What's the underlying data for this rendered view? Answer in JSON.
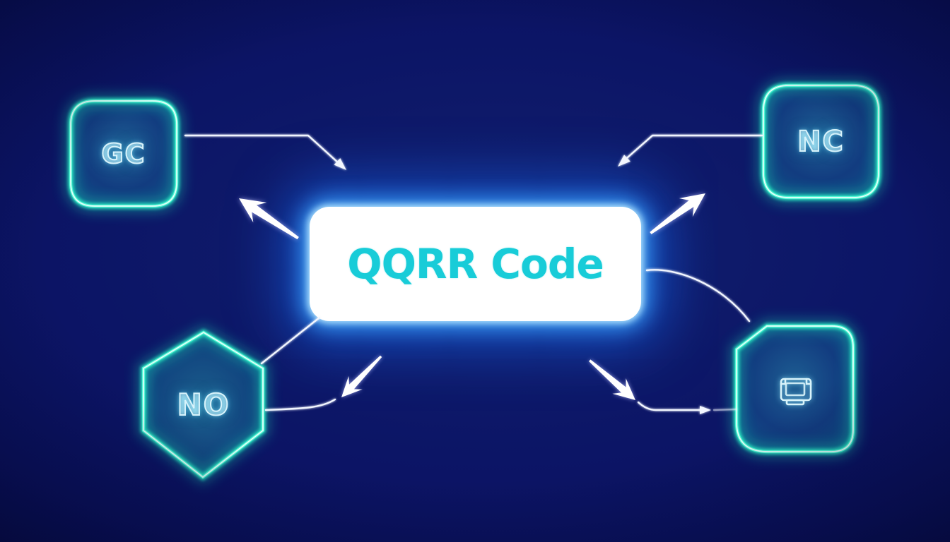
{
  "diagram": {
    "center": {
      "label": "QQRR Code"
    },
    "nodes": {
      "top_left": {
        "label": "GC",
        "shape": "rounded-square"
      },
      "top_right": {
        "label": "NC",
        "shape": "rounded-square"
      },
      "bottom_left": {
        "label": "NO",
        "shape": "hexagon"
      },
      "bottom_right": {
        "label": "",
        "shape": "beveled-rounded-square",
        "icon": "printer-icon"
      }
    },
    "colors": {
      "background": "#0a1263",
      "neon_teal": "#3df2cc",
      "center_glow_blue": "#2f9df5",
      "title_text": "#18ccd8",
      "connector_white": "#f2f6ff"
    }
  }
}
